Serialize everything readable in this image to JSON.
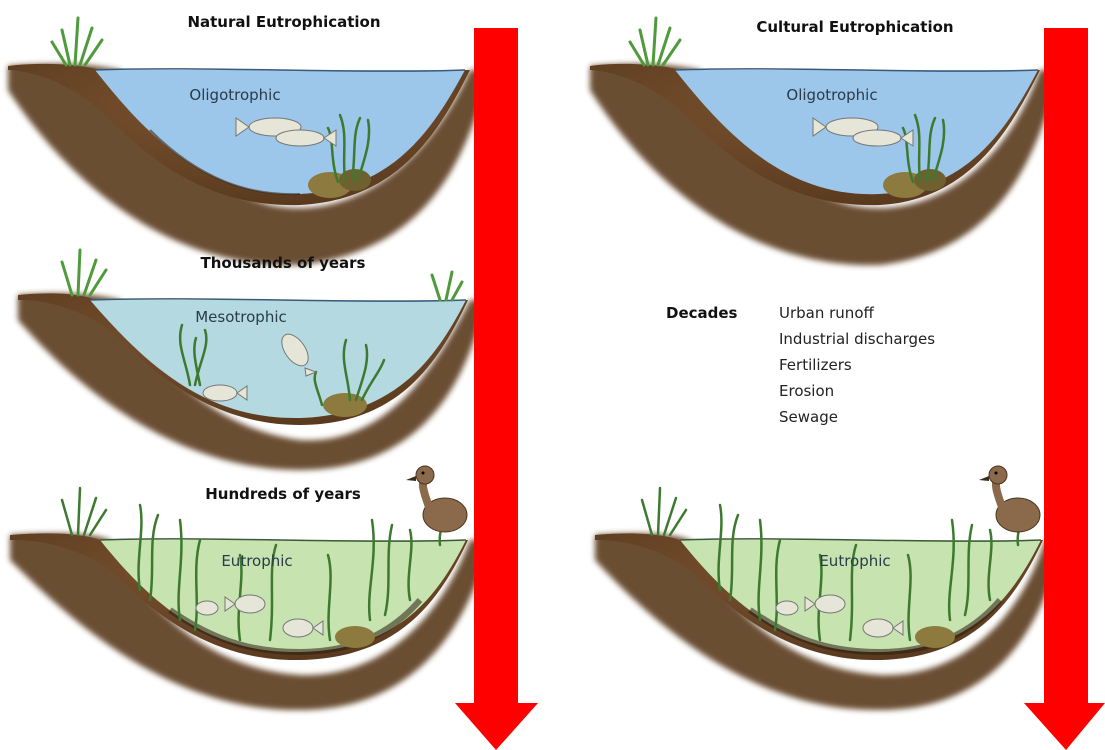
{
  "left_column": {
    "title": "Natural Eutrophication",
    "stage_labels": [
      "Oligotrophic",
      "Mesotrophic",
      "Eutrophic"
    ],
    "timescale_1": "Thousands of years",
    "timescale_2": "Hundreds of years"
  },
  "right_column": {
    "title": "Cultural Eutrophication",
    "stage_labels": [
      "Oligotrophic",
      "Eutrophic"
    ],
    "timescale": "Decades",
    "causes": [
      "Urban runoff",
      "Industrial discharges",
      "Fertilizers",
      "Erosion",
      "Sewage"
    ]
  },
  "colors": {
    "arrow": "#ff0000",
    "soil": "#6b4524",
    "water_oligotrophic": "#9cc6ea",
    "water_mesotrophic": "#b4d9e0",
    "water_eutrophic": "#c7e3b0",
    "plants": "#4f9a3c",
    "fish": "#e6e6d8",
    "duck": "#8a6a4a"
  }
}
